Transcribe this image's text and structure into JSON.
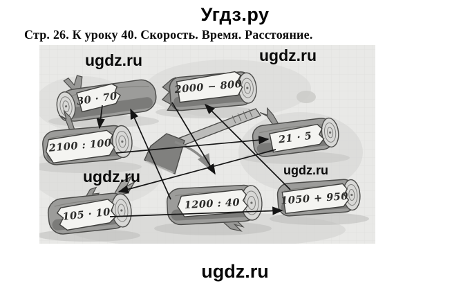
{
  "site": {
    "title": "Угдз.ру"
  },
  "page": {
    "heading": "Стр. 26. К уроку 40. Скорость. Время. Расстояние.",
    "footer_text": "ugdz.ru"
  },
  "figure": {
    "description": "Seven cartoon logs with arithmetic expressions, an axe in the middle, solution arrows connecting expressions with equal chain values",
    "watermark_text": "ugdz.ru",
    "logs": [
      {
        "expression": "30 · 70"
      },
      {
        "expression": "2000 − 800"
      },
      {
        "expression": "2100 : 100"
      },
      {
        "expression": "21 · 5"
      },
      {
        "expression": "105 · 10"
      },
      {
        "expression": "1200 : 40"
      },
      {
        "expression": "1050 + 950"
      }
    ],
    "matches": [
      {
        "from": "30 · 70",
        "to": "2100 : 100"
      },
      {
        "from": "2100 : 100",
        "to": "21 · 5"
      },
      {
        "from": "21 · 5",
        "to": "105 · 10"
      },
      {
        "from": "105 · 10",
        "to": "1050 + 950"
      },
      {
        "from": "1050 + 950",
        "to": "2000 − 800"
      },
      {
        "from": "2000 − 800",
        "to": "1200 : 40"
      },
      {
        "from": "1200 : 40",
        "to": "30 · 70"
      }
    ],
    "colors": {
      "background": "#e9e9e7",
      "log_body": "#9c9c9a",
      "plaque": "#f4f4f1",
      "arrow": "#141414",
      "watermark": "#0a0a0a"
    }
  }
}
